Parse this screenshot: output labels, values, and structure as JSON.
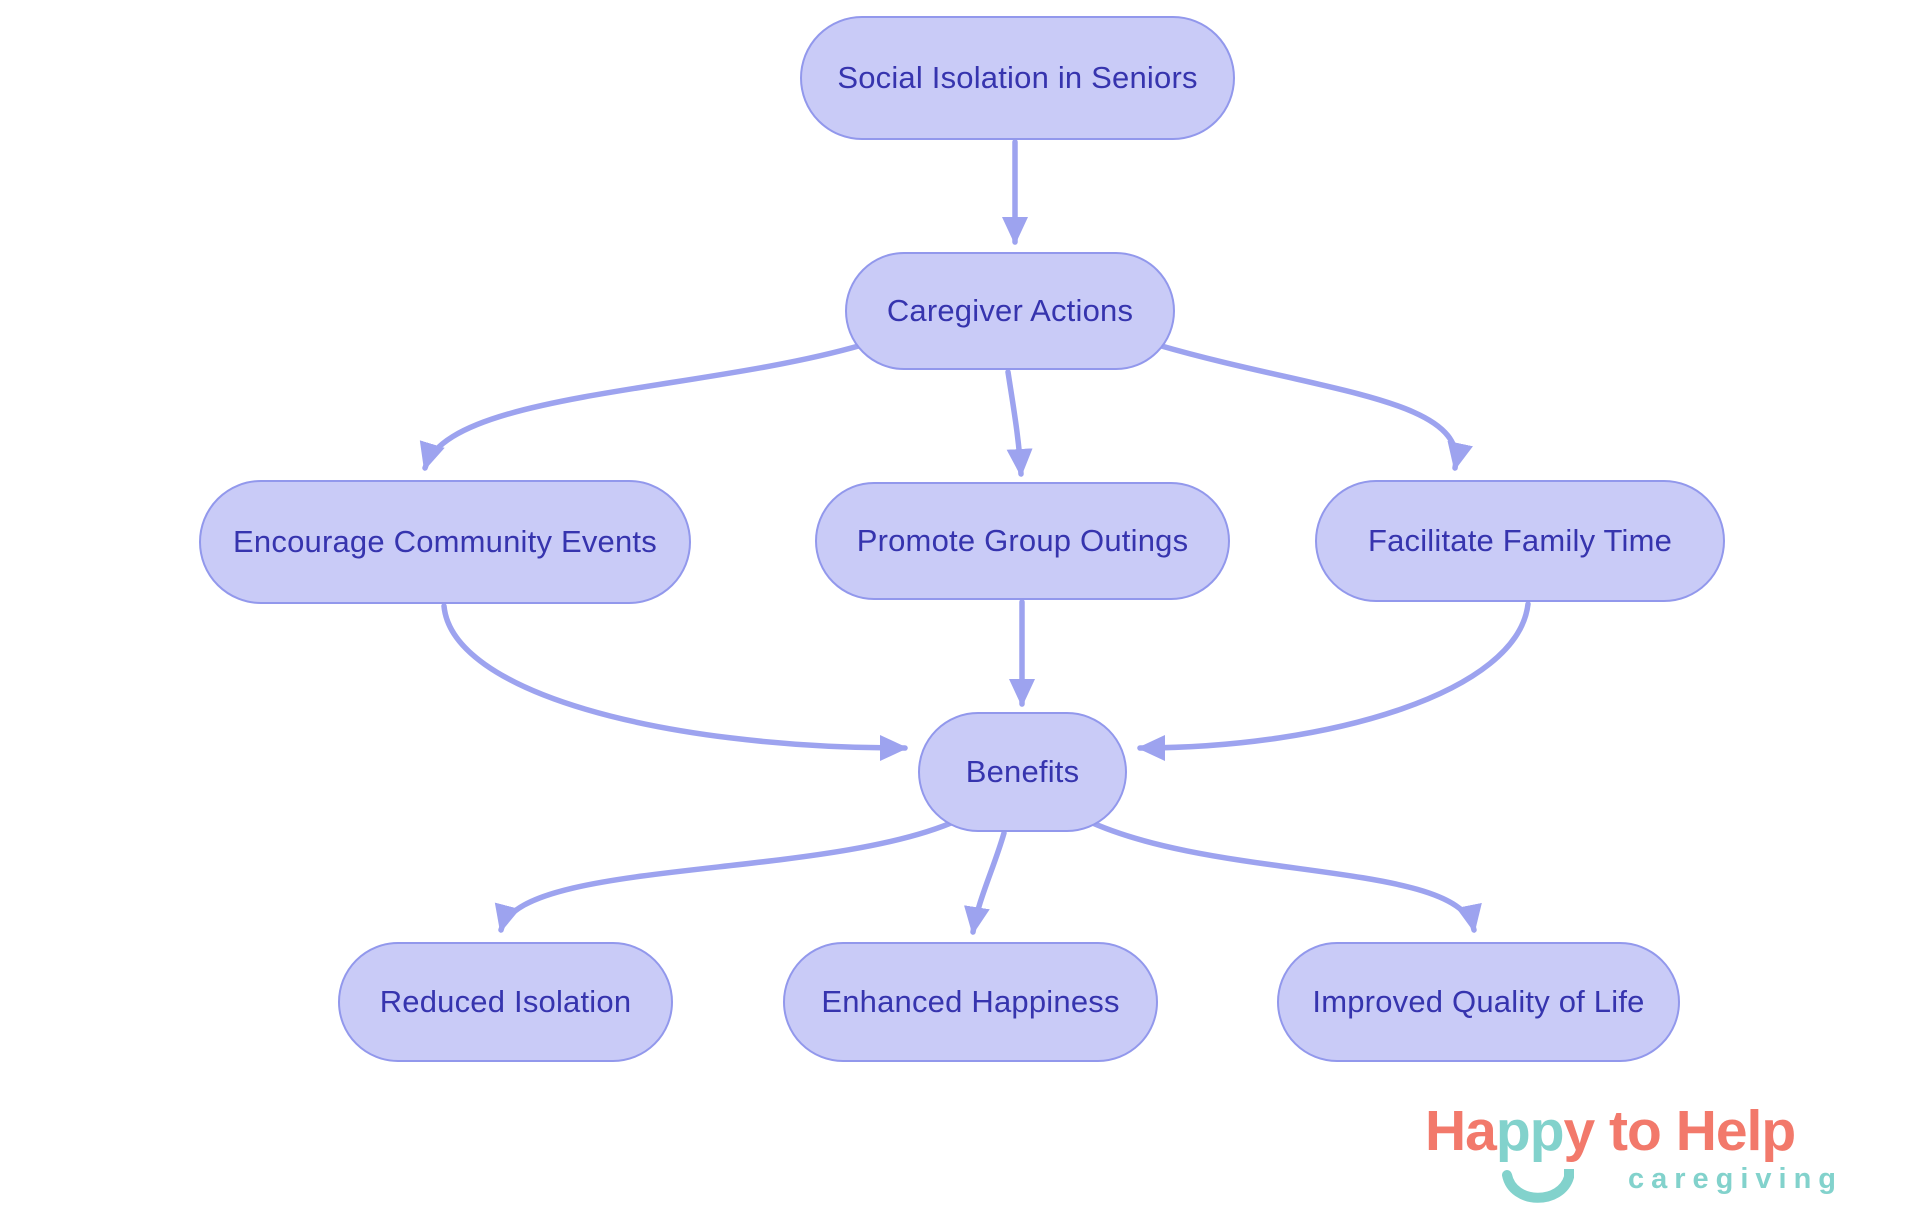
{
  "diagram": {
    "background": "#ffffff",
    "node_fill": "#c9cbf7",
    "node_border": "#9298ec",
    "node_text_color": "#3634ae",
    "edge_color": "#9da3ef",
    "nodes": [
      {
        "id": "social-isolation",
        "label": "Social Isolation in Seniors"
      },
      {
        "id": "caregiver-actions",
        "label": "Caregiver Actions"
      },
      {
        "id": "encourage-community-events",
        "label": "Encourage Community Events"
      },
      {
        "id": "promote-group-outings",
        "label": "Promote Group Outings"
      },
      {
        "id": "facilitate-family-time",
        "label": "Facilitate Family Time"
      },
      {
        "id": "benefits",
        "label": "Benefits"
      },
      {
        "id": "reduced-isolation",
        "label": "Reduced Isolation"
      },
      {
        "id": "enhanced-happiness",
        "label": "Enhanced Happiness"
      },
      {
        "id": "improved-quality-of-life",
        "label": "Improved Quality of Life"
      }
    ],
    "edges": [
      {
        "from": "Social Isolation in Seniors",
        "to": "Caregiver Actions"
      },
      {
        "from": "Caregiver Actions",
        "to": "Encourage Community Events"
      },
      {
        "from": "Caregiver Actions",
        "to": "Promote Group Outings"
      },
      {
        "from": "Caregiver Actions",
        "to": "Facilitate Family Time"
      },
      {
        "from": "Encourage Community Events",
        "to": "Benefits"
      },
      {
        "from": "Promote Group Outings",
        "to": "Benefits"
      },
      {
        "from": "Facilitate Family Time",
        "to": "Benefits"
      },
      {
        "from": "Benefits",
        "to": "Reduced Isolation"
      },
      {
        "from": "Benefits",
        "to": "Enhanced Happiness"
      },
      {
        "from": "Benefits",
        "to": "Improved Quality of Life"
      }
    ]
  },
  "logo": {
    "title_segments": [
      {
        "text": "Ha",
        "color": "#f2796b"
      },
      {
        "text": "pp",
        "color": "#82d2cc"
      },
      {
        "text": "y to Help",
        "color": "#f2796b"
      }
    ],
    "subtitle": "caregiving",
    "coral": "#f2796b",
    "teal": "#82d2cc"
  }
}
